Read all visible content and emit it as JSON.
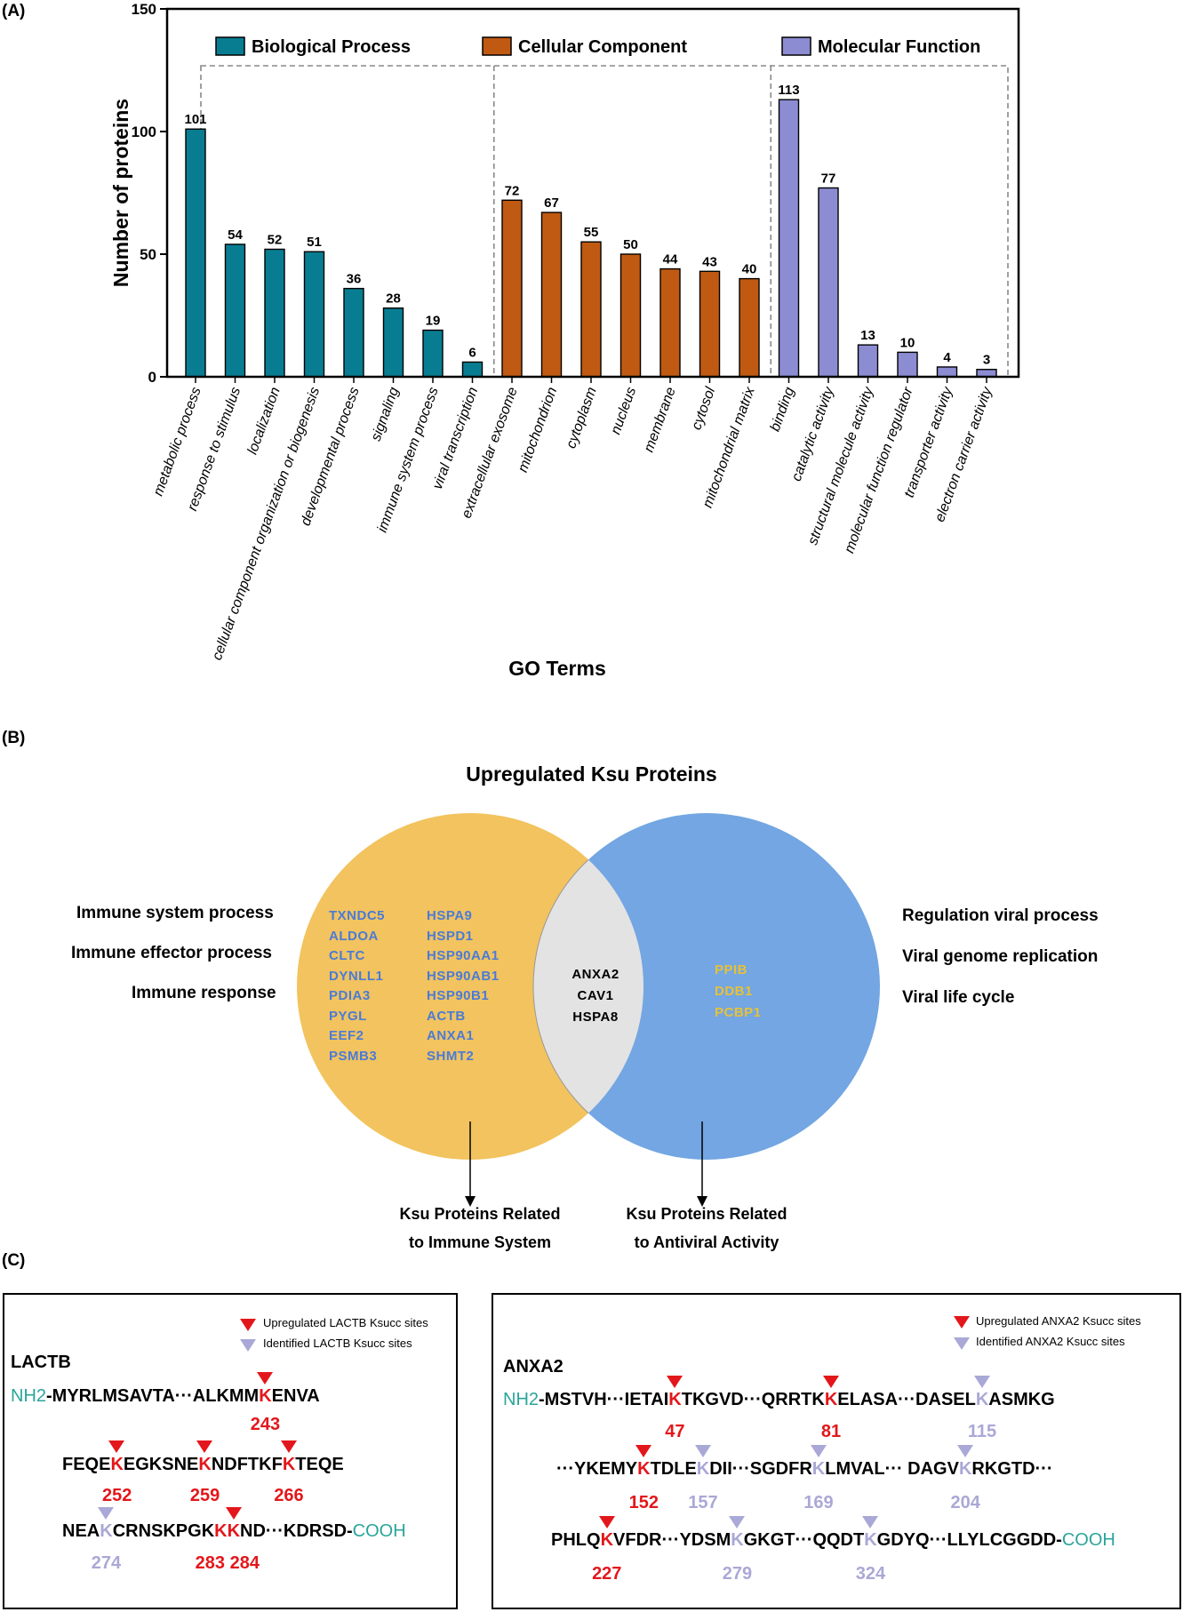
{
  "panels": {
    "a": "(A)",
    "b": "(B)",
    "c": "(C)"
  },
  "colors": {
    "bp": "#087d92",
    "cc": "#c05a12",
    "mf": "#8c8cd3",
    "up": "#e3171b",
    "identified": "#aaa8d6",
    "terminus": "#2aa59a",
    "venn_left": "#f2c35e",
    "venn_right": "#73a6e2",
    "venn_overlap": "#e3e3e3",
    "gene_left": "#4a7bd8",
    "gene_right": "#e6c13a"
  },
  "chart_data": {
    "type": "bar",
    "xlabel": "GO Terms",
    "ylabel": "Number of proteins",
    "ylim": [
      0,
      150
    ],
    "yticks": [
      0,
      50,
      100,
      150
    ],
    "grid": false,
    "legend_position": "top",
    "series": [
      {
        "name": "Biological Process",
        "categories": [
          "metabolic process",
          "response to stimulus",
          "localization",
          "cellular component organization or biogenesis",
          "developmental process",
          "signaling",
          "immune system process",
          "viral transcription"
        ],
        "values": [
          101,
          54,
          52,
          51,
          36,
          28,
          19,
          6
        ]
      },
      {
        "name": "Cellular Component",
        "categories": [
          "extracellular exosome",
          "mitochondrion",
          "cytoplasm",
          "nucleus",
          "membrane",
          "cytosol",
          "mitochondrial matrix"
        ],
        "values": [
          72,
          67,
          55,
          50,
          44,
          43,
          40
        ]
      },
      {
        "name": "Molecular Function",
        "categories": [
          "binding",
          "catalytic activity",
          "structural molecule activity",
          "molecular function regulator",
          "transporter activity",
          "electron carrier activity"
        ],
        "values": [
          113,
          77,
          13,
          10,
          4,
          3
        ]
      }
    ]
  },
  "venn": {
    "title": "Upregulated Ksu Proteins",
    "left_terms": [
      "Immune system process",
      "Immune effector process",
      "Immune response"
    ],
    "right_terms": [
      "Regulation  viral process",
      "Viral genome replication",
      "Viral life cycle"
    ],
    "left_col1": [
      "TXNDC5",
      "ALDOA",
      "CLTC",
      "DYNLL1",
      "PDIA3",
      "PYGL",
      "EEF2",
      "PSMB3"
    ],
    "left_col2": [
      "HSPA9",
      "HSPD1",
      "HSP90AA1",
      "HSP90AB1",
      "HSP90B1",
      "ACTB",
      "ANXA1",
      "SHMT2"
    ],
    "overlap": [
      "ANXA2",
      "CAV1",
      "HSPA8"
    ],
    "right": [
      "PPIB",
      "DDB1",
      "PCBP1"
    ],
    "caption_left": [
      "Ksu Proteins Related",
      "to Immune System"
    ],
    "caption_right": [
      "Ksu Proteins Related",
      "to Antiviral Activity"
    ]
  },
  "lactb": {
    "name": "LACTB",
    "legend_up": "Upregulated LACTB Ksucc sites",
    "legend_id": "Identified LACTB Ksucc sites",
    "line1": [
      [
        "NH2",
        "t"
      ],
      [
        "-MYRLMSAVTA···ALKMM",
        ""
      ],
      [
        "K",
        "u"
      ],
      [
        "ENVA",
        ""
      ]
    ],
    "line2": [
      [
        "FEQE",
        ""
      ],
      [
        "K",
        "u"
      ],
      [
        "EGKSNE",
        ""
      ],
      [
        "K",
        "u"
      ],
      [
        "NDFTKF",
        ""
      ],
      [
        "K",
        "u"
      ],
      [
        "TEQE",
        ""
      ]
    ],
    "line3": [
      [
        "NEA",
        ""
      ],
      [
        "K",
        "i"
      ],
      [
        "CRNSKPGK",
        ""
      ],
      [
        "KK",
        "u"
      ],
      [
        "ND···KDRSD-",
        ""
      ],
      [
        "COOH",
        "t"
      ]
    ],
    "sites_up": [
      "243",
      "252",
      "259",
      "266",
      "283 284"
    ],
    "sites_id": [
      "274"
    ]
  },
  "anxa2": {
    "name": "ANXA2",
    "legend_up": "Upregulated ANXA2 Ksucc sites",
    "legend_id": "Identified ANXA2 Ksucc sites",
    "line1": [
      [
        "NH2",
        "t"
      ],
      [
        "-MSTVH···IETAI",
        ""
      ],
      [
        "K",
        "u"
      ],
      [
        "TKGVD···QRRTK",
        ""
      ],
      [
        "K",
        "u"
      ],
      [
        "ELASA···DASEL",
        ""
      ],
      [
        "K",
        "i"
      ],
      [
        "ASMKG",
        ""
      ]
    ],
    "line2": [
      [
        "···YKEMY",
        ""
      ],
      [
        "K",
        "u"
      ],
      [
        "TDLE",
        ""
      ],
      [
        "K",
        "i"
      ],
      [
        "DII···SGDFR",
        ""
      ],
      [
        "K",
        "i"
      ],
      [
        "LMVAL··· DAGV",
        ""
      ],
      [
        "K",
        "i"
      ],
      [
        "RKGTD···",
        ""
      ]
    ],
    "line3": [
      [
        "PHLQ",
        ""
      ],
      [
        "K",
        "u"
      ],
      [
        "VFDR···YDSM",
        ""
      ],
      [
        "K",
        "i"
      ],
      [
        "GKGT···QQDT",
        ""
      ],
      [
        "K",
        "i"
      ],
      [
        "GDYQ···LLYLCGGDD-",
        ""
      ],
      [
        "COOH",
        "t"
      ]
    ],
    "sites_up": [
      "47",
      "81",
      "152",
      "227"
    ],
    "sites_id": [
      "115",
      "157",
      "169",
      "204",
      "279",
      "324"
    ]
  }
}
